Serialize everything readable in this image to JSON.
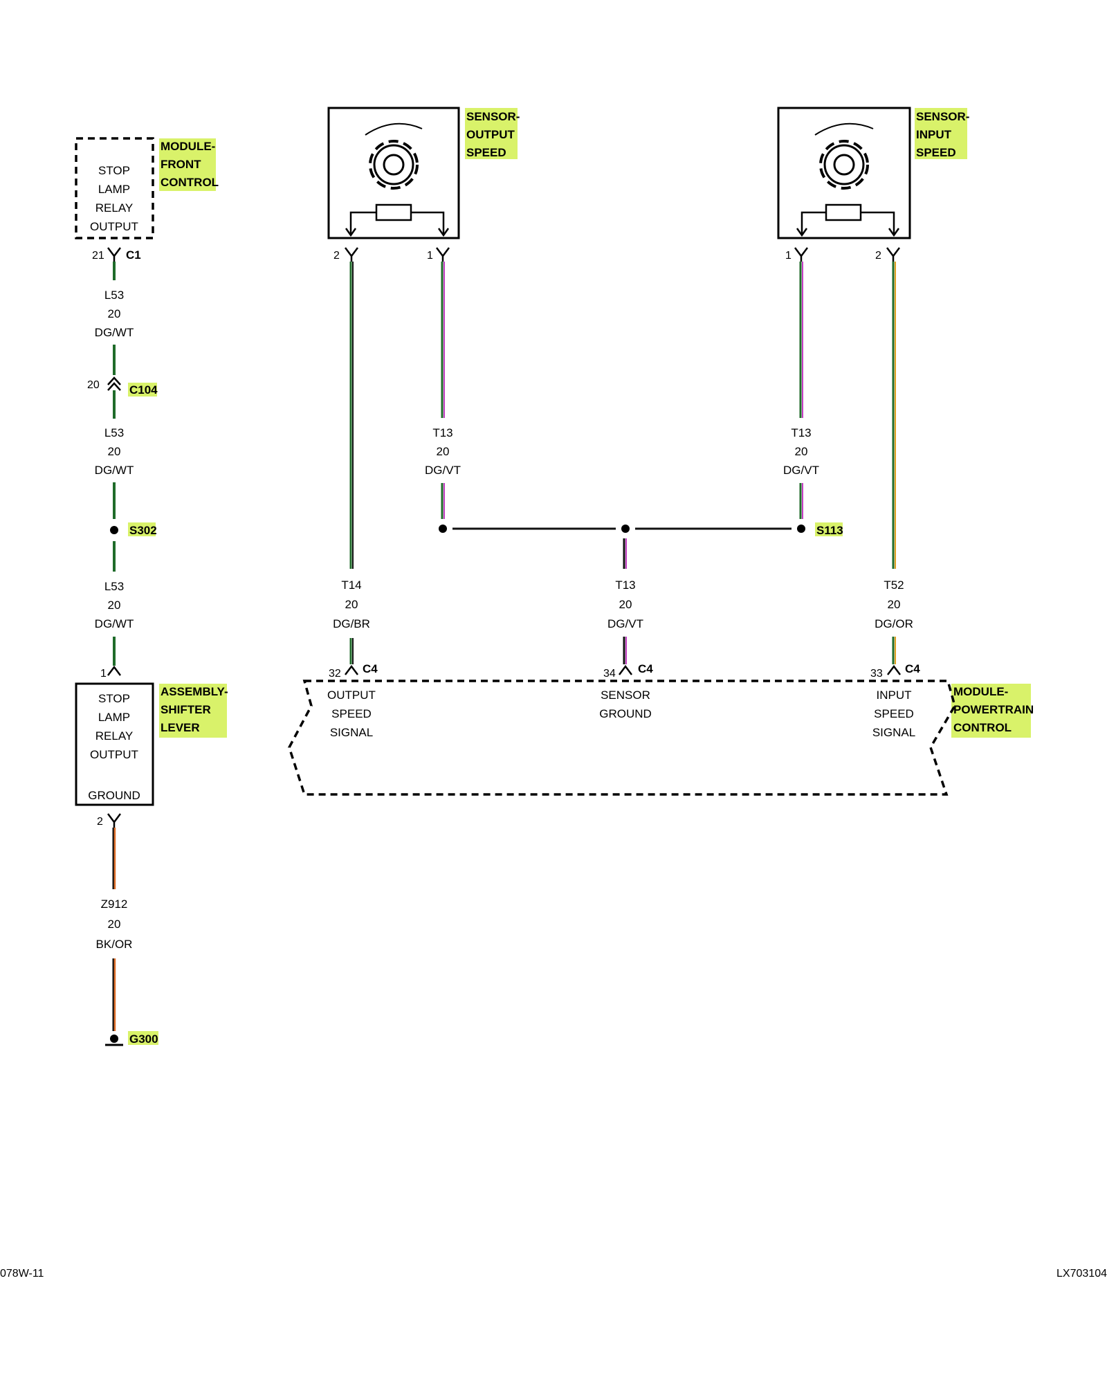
{
  "colors": {
    "highlight": "#d9f26a",
    "wire_dark_green": "#1f6b2a",
    "wire_violet": "#c23dc2",
    "wire_brown": "#5c3a1a",
    "wire_orange": "#e0a020",
    "wire_black": "#111111",
    "wire_white": "#ffffff"
  },
  "components": {
    "module_front_control": {
      "name_lines": [
        "MODULE-",
        "FRONT",
        "CONTROL"
      ],
      "internal_lines": [
        "STOP",
        "LAMP",
        "RELAY",
        "OUTPUT"
      ],
      "pin": "21",
      "connector": "C1"
    },
    "sensor_output_speed": {
      "name_lines": [
        "SENSOR-",
        "OUTPUT",
        "SPEED"
      ],
      "pins": [
        "2",
        "1"
      ],
      "icon": "gear-icon"
    },
    "sensor_input_speed": {
      "name_lines": [
        "SENSOR-",
        "INPUT",
        "SPEED"
      ],
      "pins": [
        "1",
        "2"
      ],
      "icon": "gear-icon"
    },
    "assembly_shifter_lever": {
      "name_lines": [
        "ASSEMBLY-",
        "SHIFTER",
        "LEVER"
      ],
      "internal_lines": [
        "STOP",
        "LAMP",
        "RELAY",
        "OUTPUT"
      ],
      "ground_label": "GROUND",
      "pin_top": "1",
      "pin_bottom": "2"
    },
    "module_powertrain_control": {
      "name_lines": [
        "MODULE-",
        "POWERTRAIN",
        "CONTROL"
      ],
      "connector": "C4",
      "pins": [
        {
          "pin": "32",
          "connector": "C4",
          "lines": [
            "OUTPUT",
            "SPEED",
            "SIGNAL"
          ]
        },
        {
          "pin": "34",
          "connector": "C4",
          "lines": [
            "SENSOR",
            "GROUND"
          ]
        },
        {
          "pin": "33",
          "connector": "C4",
          "lines": [
            "INPUT",
            "SPEED",
            "SIGNAL"
          ]
        }
      ]
    }
  },
  "wires": {
    "l53_a": [
      "L53",
      "20",
      "DG/WT"
    ],
    "l53_b": [
      "L53",
      "20",
      "DG/WT"
    ],
    "l53_c": [
      "L53",
      "20",
      "DG/WT"
    ],
    "t13_left": [
      "T13",
      "20",
      "DG/VT"
    ],
    "t13_right": [
      "T13",
      "20",
      "DG/VT"
    ],
    "t14": [
      "T14",
      "20",
      "DG/BR"
    ],
    "t13_mid": [
      "T13",
      "20",
      "DG/VT"
    ],
    "t52": [
      "T52",
      "20",
      "DG/OR"
    ],
    "z912": [
      "Z912",
      "20",
      "BK/OR"
    ]
  },
  "connectors": {
    "c104": {
      "label": "C104",
      "pin": "20"
    },
    "s302": {
      "label": "S302"
    },
    "s113": {
      "label": "S113"
    },
    "g300": {
      "label": "G300"
    }
  },
  "footer": {
    "left": "078W-11",
    "right": "LX703104"
  }
}
